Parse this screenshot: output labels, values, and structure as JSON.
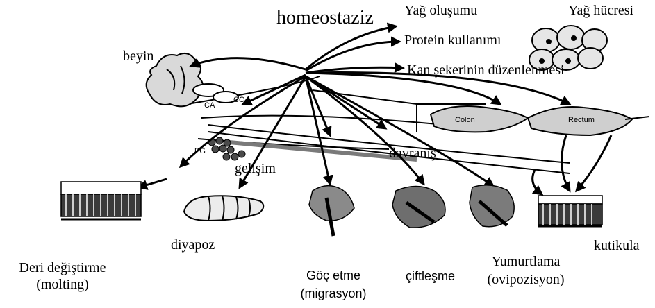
{
  "colors": {
    "ink": "#000000",
    "background": "#ffffff",
    "shade": "#7a7a7a",
    "light": "#d9d9d9"
  },
  "labels": {
    "homeostasis": "homeostaziz",
    "fat_formation": "Yağ oluşumu",
    "fat_cell": "Yağ hücresi",
    "protein_use": "Protein kullanımı",
    "blood_sugar": "Kan şekerinin düzenlenmesi",
    "brain": "beyin",
    "ca": "CA",
    "cc": "CC",
    "pg": "PG",
    "colon": "Colon",
    "rectum": "Rectum",
    "development": "gelişim",
    "behavior": "davranış",
    "diapause": "diyapoz",
    "cuticle": "kutikula",
    "molting_1": "Deri değiştirme",
    "molting_2": "(molting)",
    "migration_1": "Göç etme",
    "migration_2": "(migrasyon)",
    "mating": "çiftleşme",
    "oviposition_1": "Yumurtlama",
    "oviposition_2": "(ovipozisyon)"
  },
  "icons": [
    "brain-icon",
    "fat-cell-icon",
    "gut-icon",
    "pupa-icon",
    "moth-icon",
    "cuticle-tissue-icon"
  ]
}
